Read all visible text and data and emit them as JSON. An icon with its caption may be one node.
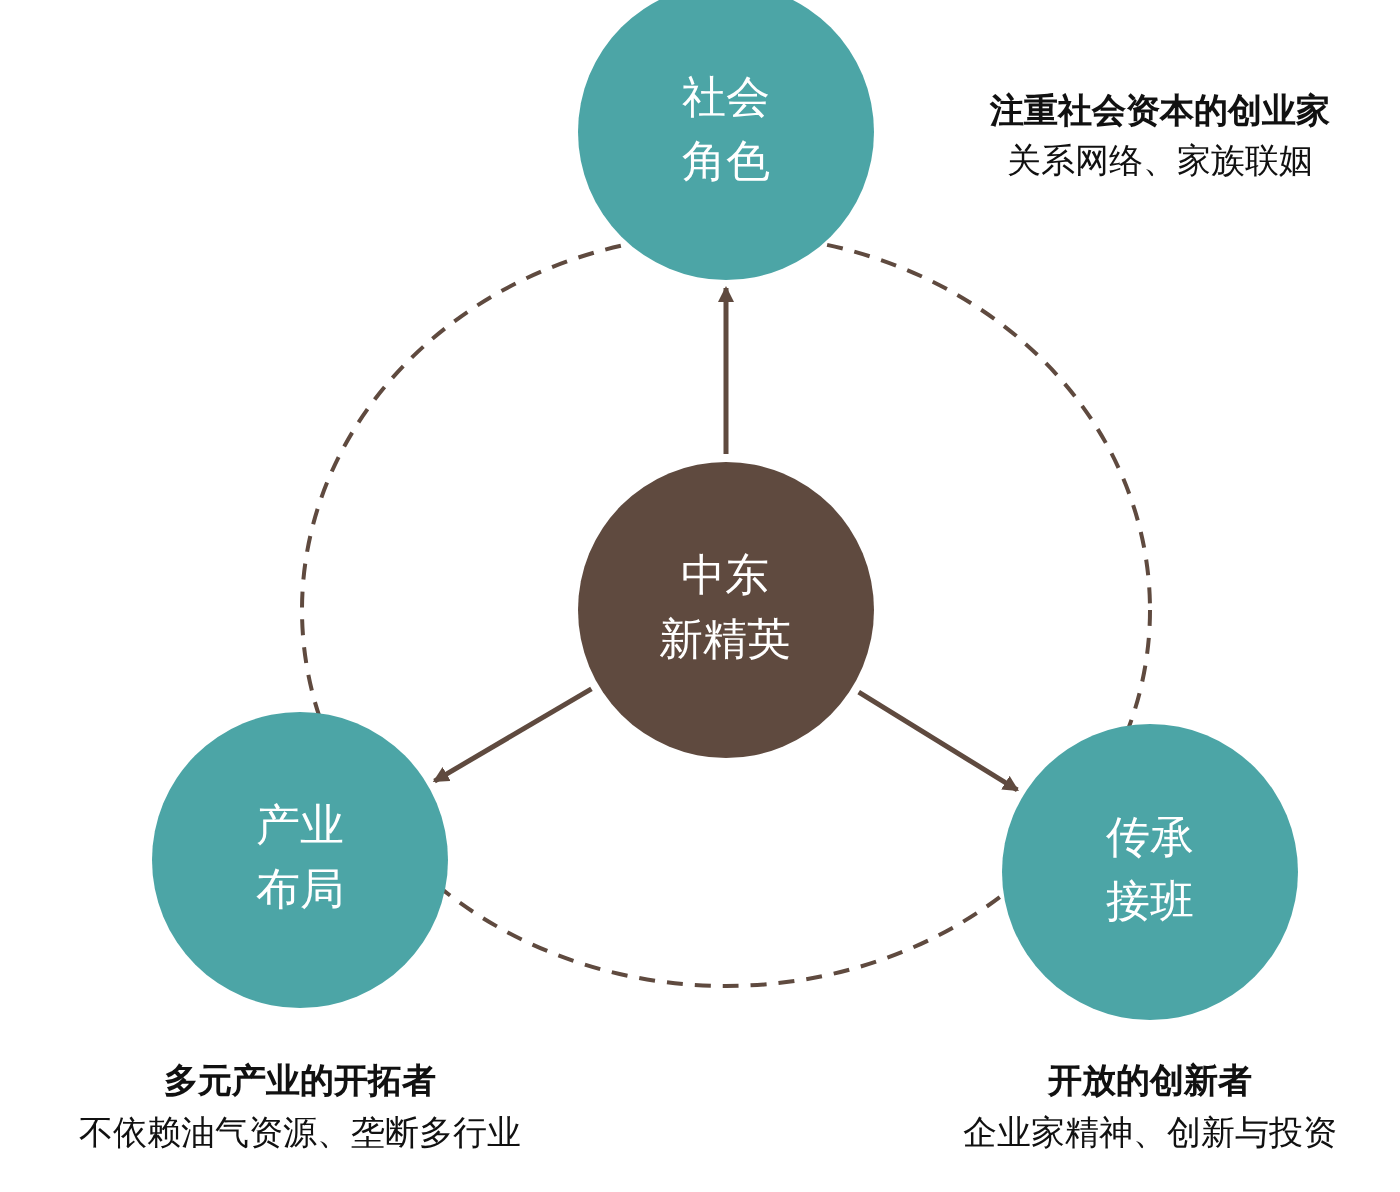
{
  "diagram": {
    "nodes": [
      {
        "text": [
          "中东新精英"
        ]
      },
      {
        "text": [
          "社会角色"
        ],
        "beside": [
          "注重社会资本的创业家",
          "关系网络、家族联姻"
        ]
      },
      {
        "text": [
          "产业布局"
        ],
        "beside": [
          "多元产业的开拓者",
          "不依赖油气资源、垄断多行业"
        ]
      },
      {
        "text": [
          "传承接班"
        ],
        "beside": [
          "开放的创新者",
          "企业家精神、创新与投资"
        ]
      }
    ],
    "edges": [
      {
        "from": 0,
        "to": 1,
        "arrow": "to"
      },
      {
        "from": 0,
        "to": 2,
        "arrow": "to"
      },
      {
        "from": 0,
        "to": 3,
        "arrow": "to"
      }
    ]
  }
}
